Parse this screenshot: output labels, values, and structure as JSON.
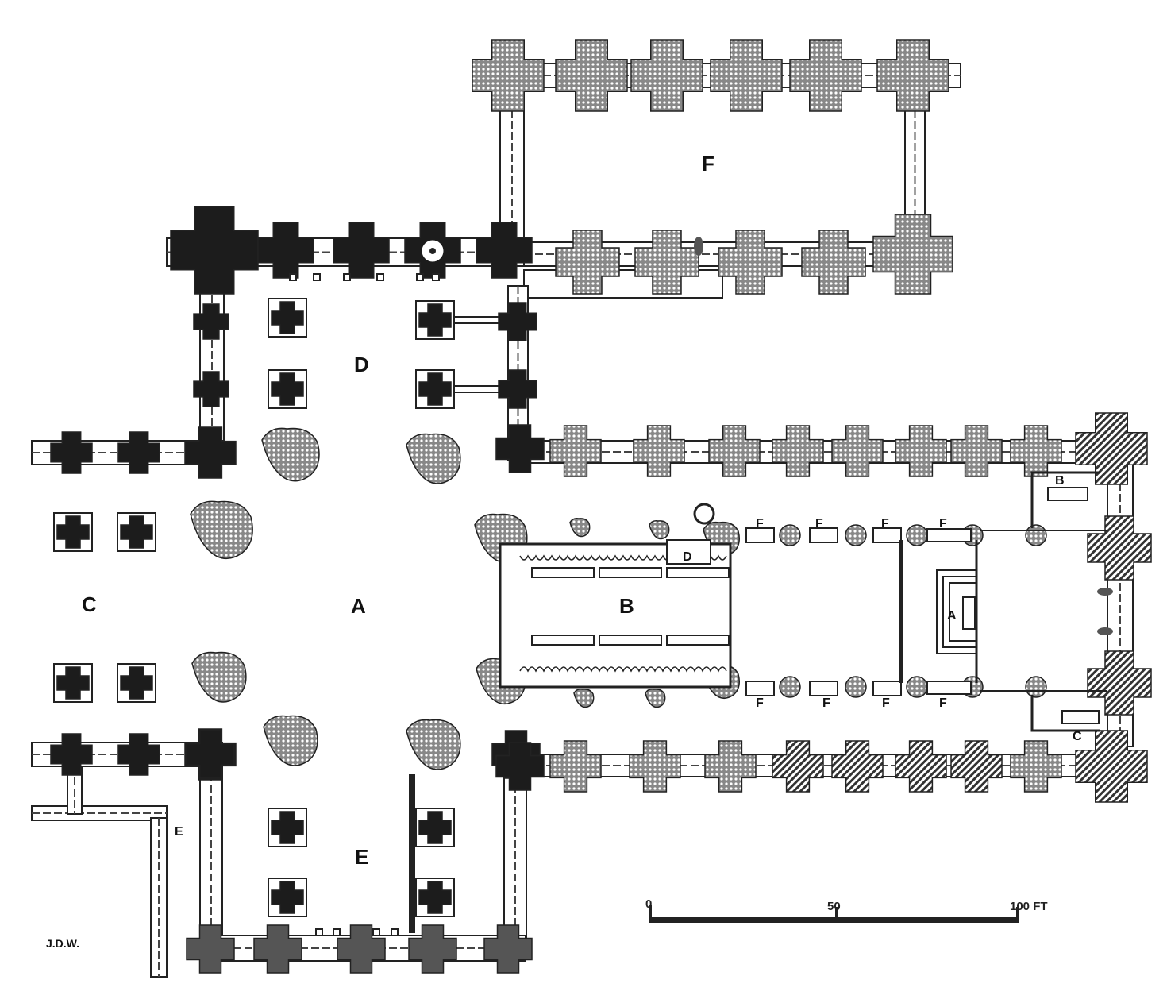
{
  "rooms": {
    "cloister": "F",
    "north_transept": "D",
    "nave": "C",
    "crossing": "A",
    "choir": "B",
    "south_transept": "E",
    "side_chapel": "E"
  },
  "choir_labels": {
    "sacristy": "D",
    "altar": "A",
    "north_chapel": "B",
    "south_chapel": "C",
    "fittings_north": [
      "F",
      "F",
      "F",
      "F"
    ],
    "fittings_south": [
      "F",
      "F",
      "F",
      "F"
    ]
  },
  "scale": {
    "zero": "0",
    "mid": "50",
    "end": "100 FT"
  },
  "signature": "J.D.W.",
  "colors": {
    "ink": "#1a1a1a",
    "paper": "#ffffff"
  }
}
